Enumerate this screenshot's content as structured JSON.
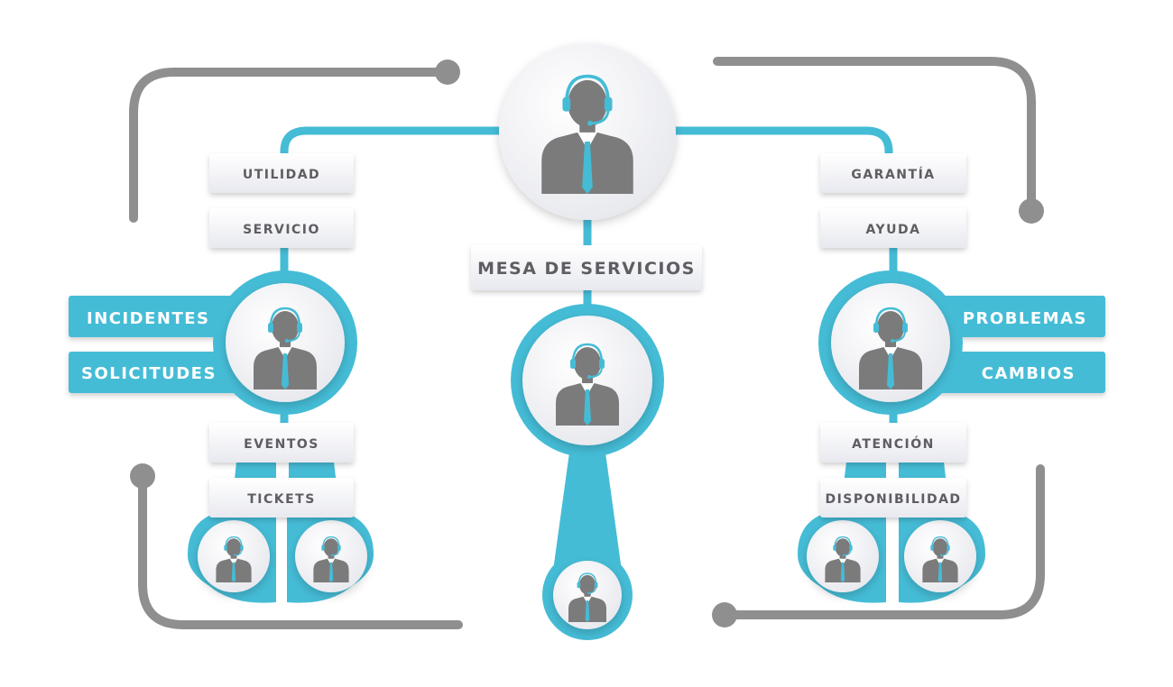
{
  "colors": {
    "accent": "#45bcd6",
    "gray_line": "#8f8f8f",
    "person": "#7b7b7c",
    "label_text": "#5e5e62",
    "label_bg": "#f1f2f7",
    "circle_bg": "#e9eaf0"
  },
  "center": {
    "title": "MESA DE SERVICIOS"
  },
  "left": {
    "labels": [
      "UTILIDAD",
      "SERVICIO",
      "EVENTOS",
      "TICKETS"
    ],
    "tabs": [
      "INCIDENTES",
      "SOLICITUDES"
    ]
  },
  "right": {
    "labels": [
      "GARANTÍA",
      "AYUDA",
      "ATENCIÓN",
      "DISPONIBILIDAD"
    ],
    "tabs": [
      "PROBLEMAS",
      "CAMBIOS"
    ]
  },
  "icons": {
    "agent": "headset-agent-icon"
  }
}
